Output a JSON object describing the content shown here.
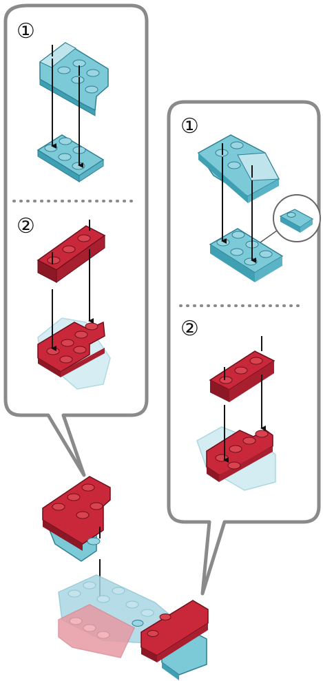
{
  "steps": {
    "left": {
      "step1": "①",
      "step2": "②"
    },
    "right": {
      "step1": "①",
      "step2": "②"
    }
  },
  "colors": {
    "brick_blue": "#7cc9d8",
    "brick_blue_dark": "#3f9fb3",
    "brick_blue_light": "#bfe4ec",
    "brick_red": "#c9283b",
    "brick_red_dark": "#8c1826",
    "brick_red_light": "#e79aa3",
    "callout_border": "#8a8a8a"
  },
  "icons": [
    "blue-wedge-brick-icon",
    "blue-plate-icon",
    "red-plate-icon",
    "red-cross-plate-icon",
    "slope-brick-detail-icon",
    "down-arrow-icon",
    "airplane-model-icon"
  ]
}
